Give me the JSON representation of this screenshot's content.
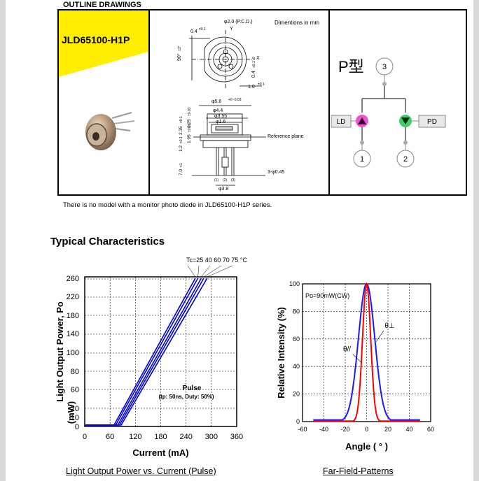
{
  "header": {
    "title": "OUTLINE DRAWINGS"
  },
  "model": "JLD65100-H1P",
  "drawing": {
    "dimension_note": "Dimentions in mm",
    "pcd": "φ2.0 (P.C.D.)",
    "dim_04": "0.4",
    "dim_04_tol": "±0.1",
    "dim_90": "90°",
    "dim_90_tol": "±3°",
    "dim_04b": "0.4",
    "dim_04b_tol": "±0.1 -0",
    "dim_10": "1.0",
    "dim_10_tol": "±0.1",
    "phi56": "φ5.6",
    "phi56_tol": "+0 -0.03",
    "phi44": "φ4.4",
    "phi355": "φ3.55",
    "phi16": "φ1.6",
    "dim_025": "0.25",
    "dim_025_tol": "±0.03",
    "dim_235": "2.35",
    "dim_235_tol": "±0.1",
    "dim_195": "1.95",
    "dim_195_tol": "±0.08",
    "dim_12": "1.2",
    "dim_12_tol": "±0.1",
    "dim_70": "7.0",
    "dim_70_tol": "±1",
    "ref_plane": "Reference plane",
    "pins_phi": "3-φ0.45",
    "pin_labels": [
      "(1)",
      "(2)",
      "(3)"
    ],
    "phi38": "φ3.8",
    "axis_x": "X",
    "axis_y": "Y"
  },
  "pin_diagram": {
    "type_label": "P型",
    "ld_label": "LD",
    "pd_label": "PD",
    "pin1": "1",
    "pin2": "2",
    "pin3": "3"
  },
  "note": "There is  no model with a monitor photo diode in JLD65100-H1P series.",
  "section_title": "Typical Characteristics",
  "chart_data": [
    {
      "type": "line",
      "title": "",
      "xlabel": "Current (mA)",
      "ylabel": "Light Output Power, Po (mW)",
      "xlim": [
        0,
        360
      ],
      "ylim": [
        0,
        260
      ],
      "x_ticks": [
        "0",
        "60",
        "120",
        "180",
        "240",
        "300",
        "360"
      ],
      "y_ticks": [
        "0",
        "10",
        "20",
        "60",
        "80",
        "100",
        "140",
        "180",
        "220",
        "260"
      ],
      "grid": true,
      "temperature_label": "Tc=25  40  60  70   75 °C",
      "annotation_title": "Pulse",
      "annotation_sub": "(tp: 50ns, Duty: 50%)",
      "caption": "Light Output Power vs. Current (Pulse)",
      "series": [
        {
          "name": "25",
          "threshold": 76,
          "x_at_260": 262
        },
        {
          "name": "40",
          "threshold": 80,
          "x_at_260": 268
        },
        {
          "name": "60",
          "threshold": 85,
          "x_at_260": 276
        },
        {
          "name": "70",
          "threshold": 89,
          "x_at_260": 282
        },
        {
          "name": "75",
          "threshold": 93,
          "x_at_260": 290
        }
      ]
    },
    {
      "type": "line",
      "title": "",
      "xlabel": "Angle ( ° )",
      "ylabel": "Relative Intensity (%)",
      "xlim": [
        -60,
        60
      ],
      "ylim": [
        0,
        100
      ],
      "x_ticks": [
        "-60",
        "-40",
        "-20",
        "0",
        "20",
        "40",
        "60"
      ],
      "y_ticks": [
        "0",
        "20",
        "40",
        "60",
        "80",
        "100"
      ],
      "grid": true,
      "condition": "Po=90mW(CW)",
      "caption": "Far-Field-Patterns",
      "series": [
        {
          "name": "θ⊥",
          "color": "#1a1aff",
          "fwhm": 18
        },
        {
          "name": "θ//",
          "color": "#ff0000",
          "fwhm": 9
        }
      ]
    }
  ]
}
